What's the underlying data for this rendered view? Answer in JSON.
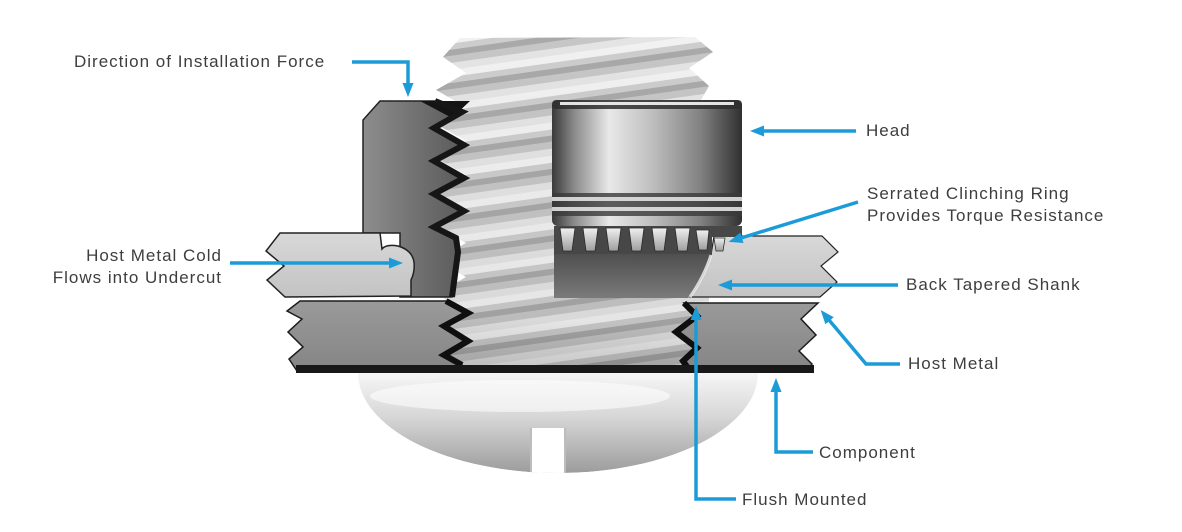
{
  "colors": {
    "accent_blue": "#1b9cd8",
    "label_text": "#3e3e3e",
    "background": "#ffffff"
  },
  "labels": {
    "installation_force": "Direction of Installation Force",
    "head": "Head",
    "serrated_ring_line1": "Serrated Clinching Ring",
    "serrated_ring_line2": "Provides Torque Resistance",
    "host_metal_cold_line1": "Host Metal Cold",
    "host_metal_cold_line2": "Flows into Undercut",
    "back_tapered_shank": "Back Tapered Shank",
    "host_metal": "Host Metal",
    "component": "Component",
    "flush_mounted": "Flush Mounted"
  }
}
